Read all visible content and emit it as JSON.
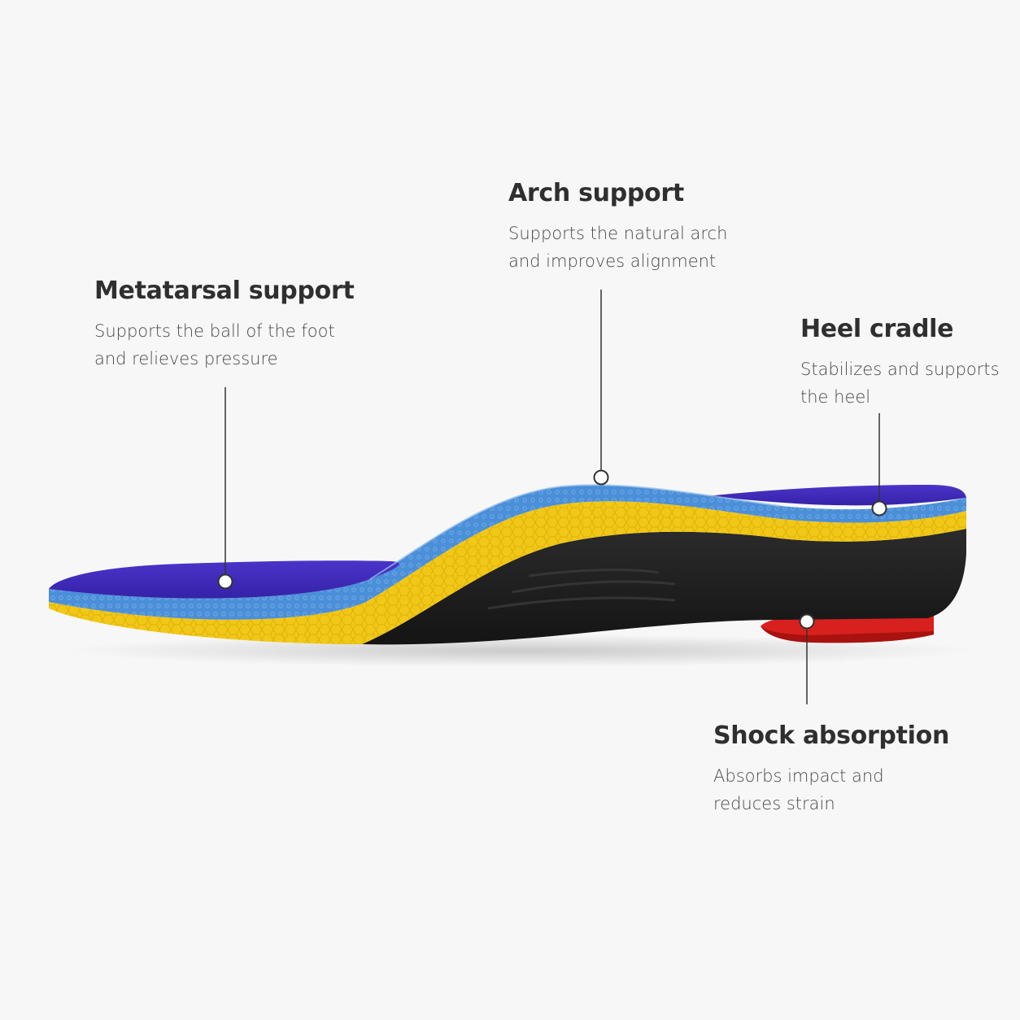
{
  "callouts": {
    "metatarsal": {
      "title": "Metatarsal support",
      "line1": "Supports the ball of the foot",
      "line2": "and relieves pressure"
    },
    "arch": {
      "title": "Arch support",
      "line1": "Supports the natural arch",
      "line2": "and improves alignment"
    },
    "heel": {
      "title": "Heel cradle",
      "line1": "Stabilizes and supports",
      "line2": "the heel"
    },
    "shock": {
      "title": "Shock absorption",
      "line1": "Absorbs impact and",
      "line2": "reduces strain"
    }
  },
  "colors": {
    "background": "#f7f7f7",
    "top_layer": "#3f2bb8",
    "mid_layer": "#4a8fd8",
    "foam_layer": "#f2c818",
    "shell": "#1f1f1f",
    "heel_pad": "#d8201e",
    "leader_line": "#333333"
  }
}
